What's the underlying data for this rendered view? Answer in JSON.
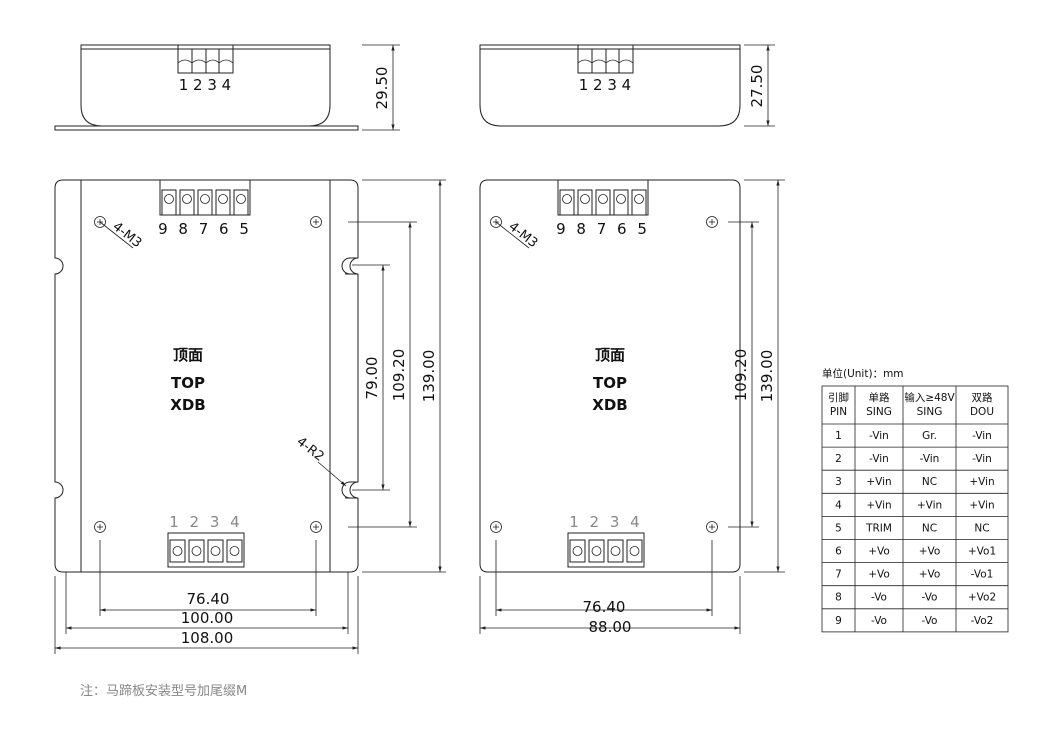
{
  "side_views": {
    "left_height": "29.50",
    "right_height": "27.50",
    "input_pins": "1 2 3 4"
  },
  "top_views": {
    "output_pins": "9 8 7 6 5",
    "input_pins": "1 2 3 4",
    "mount_hole_label": "4-M3",
    "radius_label": "4-R2",
    "face_cn": "顶面",
    "face_en": "TOP",
    "model": "XDB",
    "left_dims": {
      "slot_spacing": "79.00",
      "hole_v": "109.20",
      "height": "139.00",
      "hole_h": "76.40",
      "body_width": "100.00",
      "width": "108.00"
    },
    "right_dims": {
      "hole_v": "109.20",
      "height": "139.00",
      "hole_h": "76.40",
      "width": "88.00"
    }
  },
  "pin_table": {
    "unit": "单位(Unit)：mm",
    "headers": [
      [
        "引脚",
        "PIN"
      ],
      [
        "单路",
        "SING"
      ],
      [
        "输入≥48V",
        "SING"
      ],
      [
        "双路",
        "DOU"
      ]
    ],
    "rows": [
      [
        "1",
        "-Vin",
        "Gr.",
        "-Vin"
      ],
      [
        "2",
        "-Vin",
        "-Vin",
        "-Vin"
      ],
      [
        "3",
        "+Vin",
        "NC",
        "+Vin"
      ],
      [
        "4",
        "+Vin",
        "+Vin",
        "+Vin"
      ],
      [
        "5",
        "TRIM",
        "NC",
        "NC"
      ],
      [
        "6",
        "+Vo",
        "+Vo",
        "+Vo1"
      ],
      [
        "7",
        "+Vo",
        "+Vo",
        "-Vo1"
      ],
      [
        "8",
        "-Vo",
        "-Vo",
        "+Vo2"
      ],
      [
        "9",
        "-Vo",
        "-Vo",
        "-Vo2"
      ]
    ]
  },
  "note": "注：马蹄板安装型号加尾缀M"
}
